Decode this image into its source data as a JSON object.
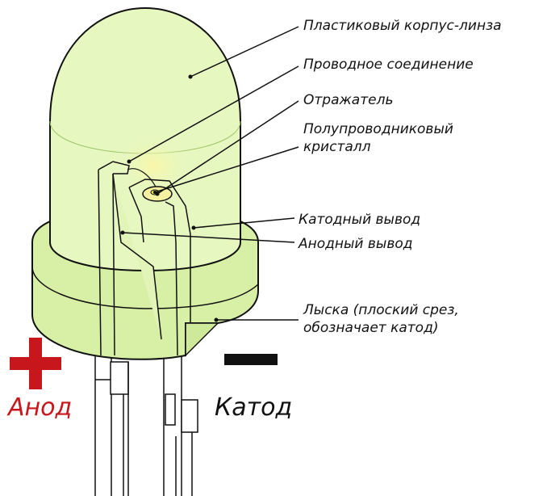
{
  "labels": {
    "lens": "Пластиковый корпус-линза",
    "wire": "Проводное соединение",
    "reflector": "Отражатель",
    "crystal_line1": "Полупроводниковый",
    "crystal_line2": "кристалл",
    "cathode_lead": "Катодный вывод",
    "anode_lead": "Анодный вывод",
    "flat_line1": "Лыска (плоский срез,",
    "flat_line2": "обозначает катод)"
  },
  "poles": {
    "anode": "Анод",
    "cathode": "Катод"
  },
  "colors": {
    "body_fill": "#e6f7c0",
    "body_fill_dark": "#d4efa0",
    "outline": "#111111",
    "anode_sign": "#c8161d",
    "cathode_sign": "#111111",
    "glow": "#f5f2a0"
  }
}
